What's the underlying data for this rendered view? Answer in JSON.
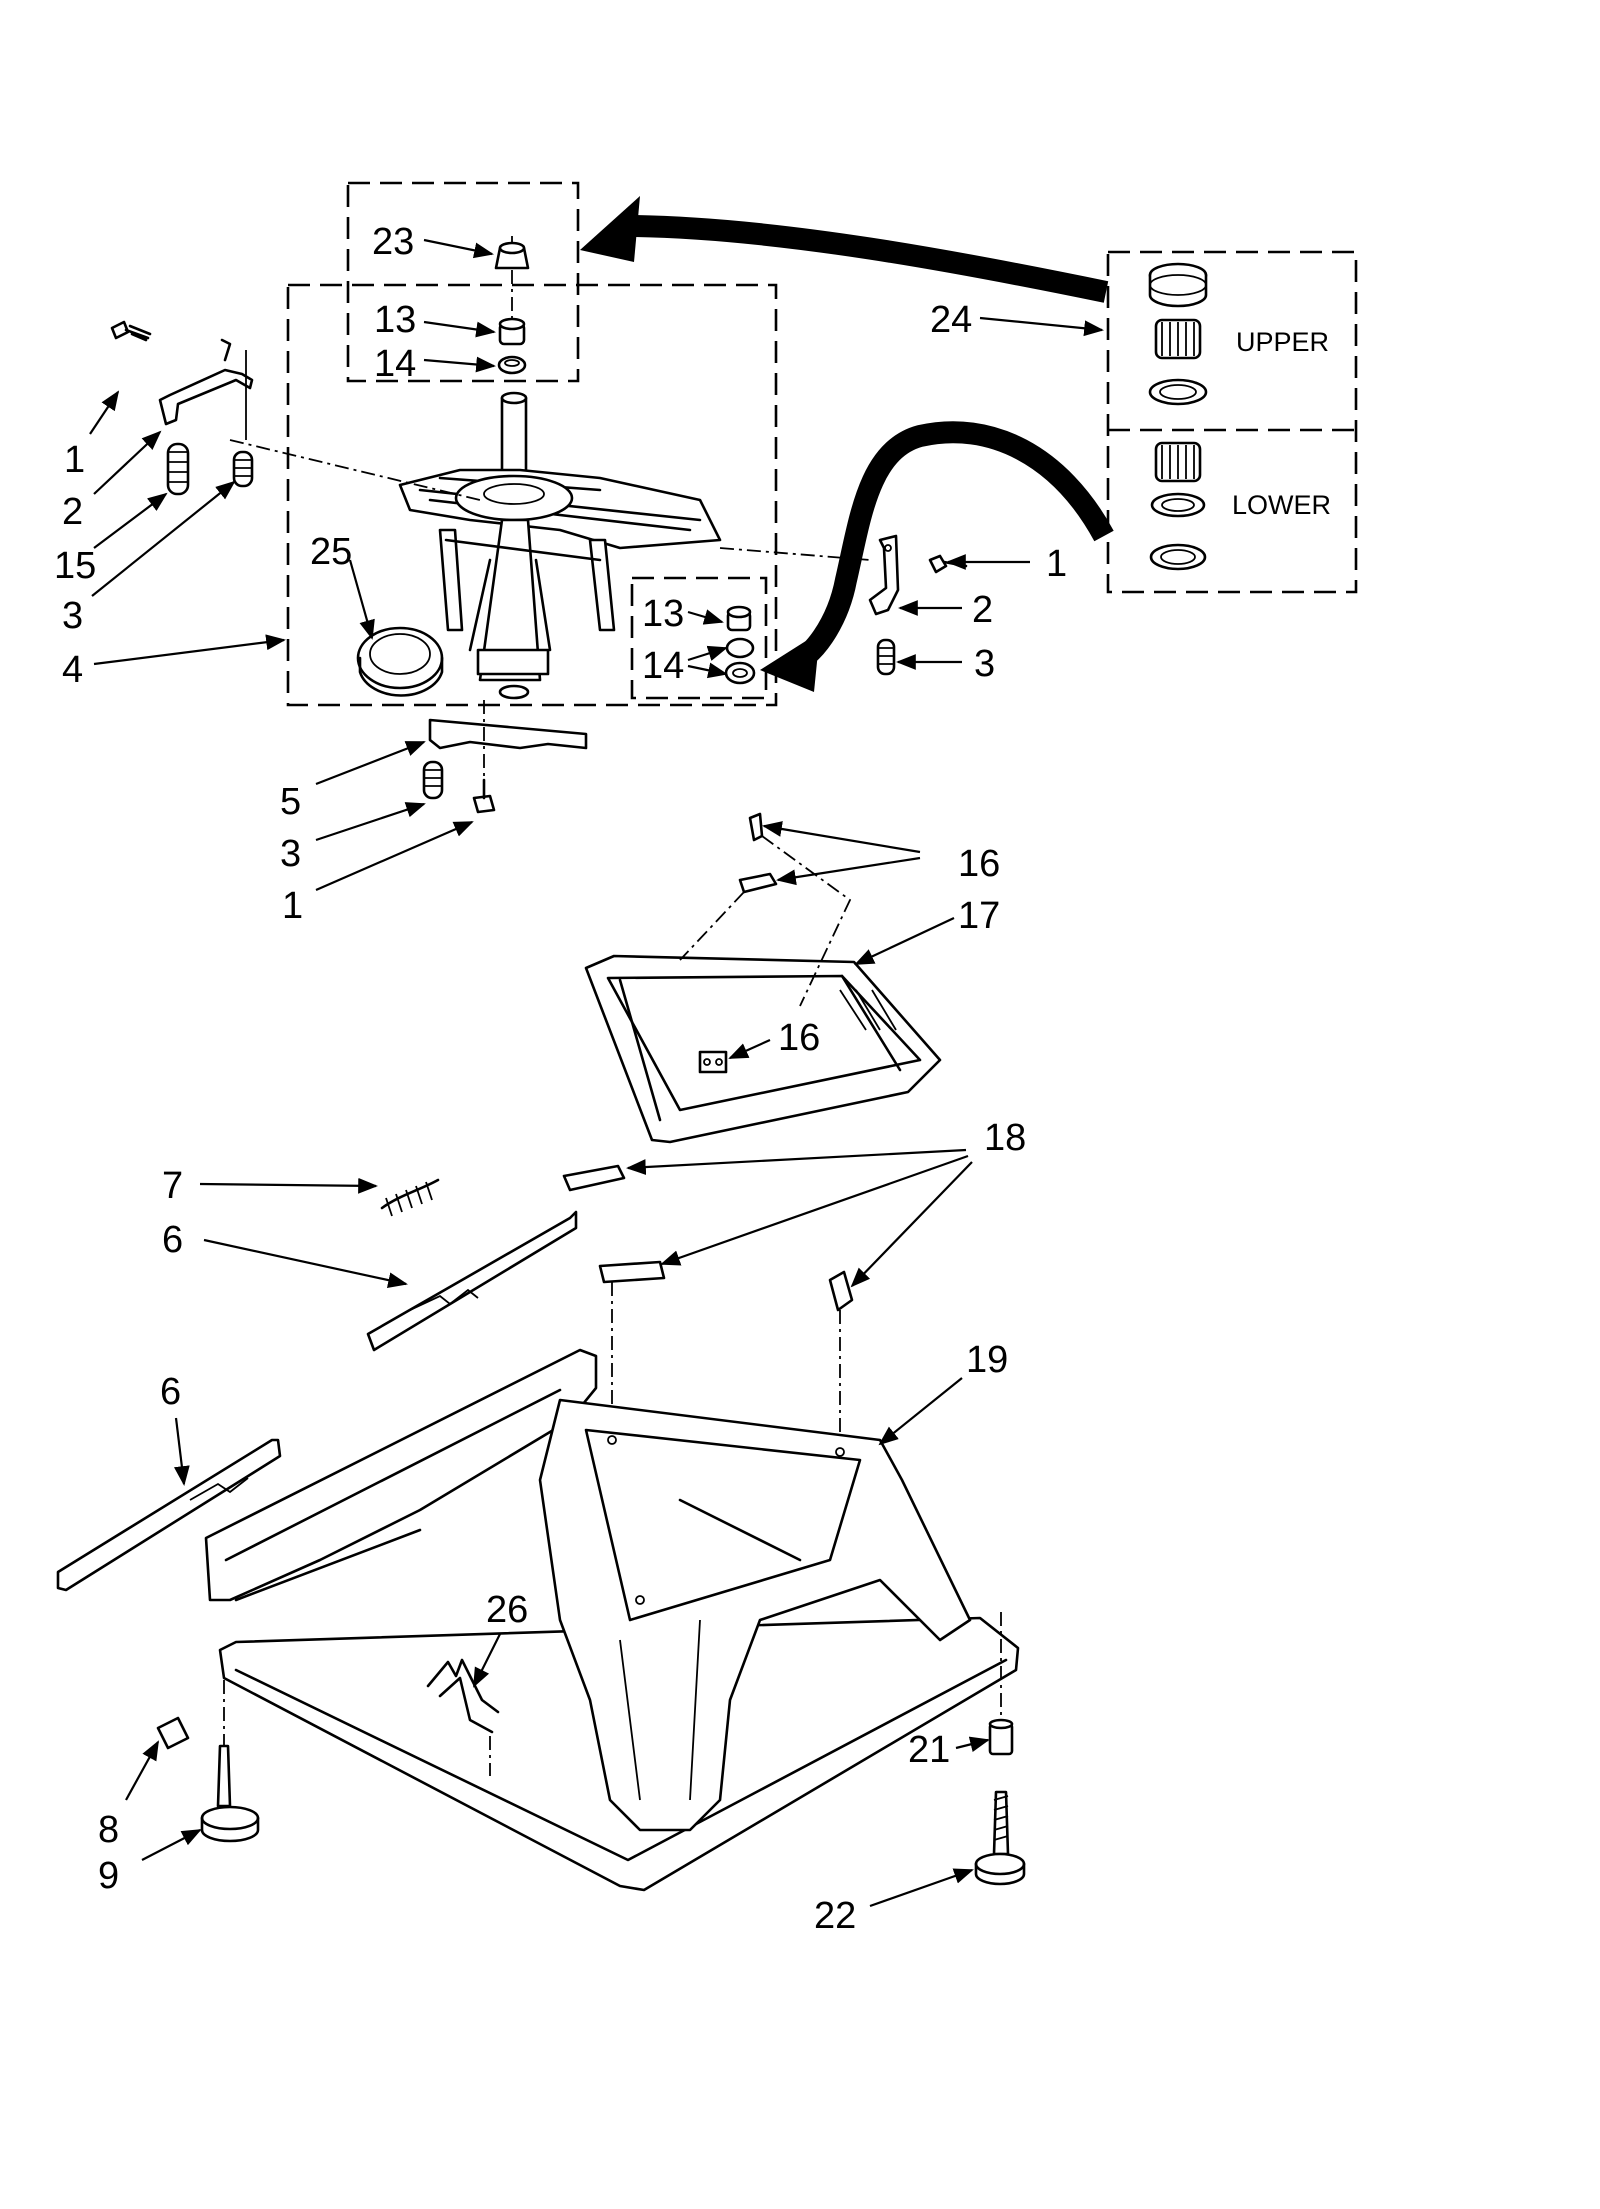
{
  "callouts": {
    "c1a": "1",
    "c2a": "2",
    "c15": "15",
    "c3a": "3",
    "c4": "4",
    "c23": "23",
    "c13a": "13",
    "c14a": "14",
    "c25": "25",
    "c13b": "13",
    "c14b": "14",
    "c1b": "1",
    "c2b": "2",
    "c3b": "3",
    "c5": "5",
    "c3c": "3",
    "c1c": "1",
    "c24": "24",
    "c16a": "16",
    "c17": "17",
    "c16b": "16",
    "c7": "7",
    "c6a": "6",
    "c18": "18",
    "c6b": "6",
    "c19": "19",
    "c26": "26",
    "c8": "8",
    "c9": "9",
    "c21": "21",
    "c22": "22"
  },
  "kit_labels": {
    "upper": "UPPER",
    "lower": "LOWER"
  }
}
